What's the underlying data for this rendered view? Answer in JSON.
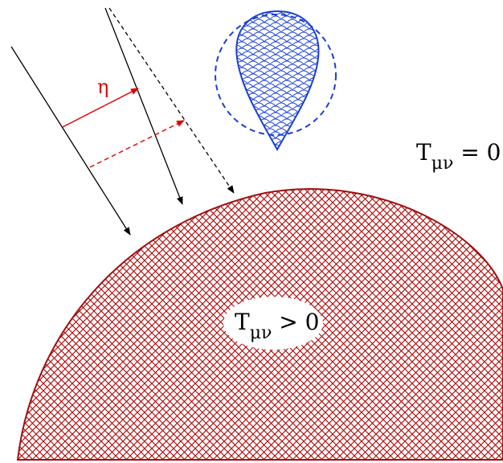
{
  "labels": {
    "eta": "η",
    "tensor_outside": "T",
    "tensor_outside_sub": "μν",
    "tensor_outside_rel": " = 0",
    "tensor_inside": "T",
    "tensor_inside_sub": "μν",
    "tensor_inside_rel": " > 0"
  },
  "colors": {
    "body_fill": "#b00000",
    "body_edge": "#a01010",
    "drop_fill": "#1a3fd6",
    "drop_edge": "#1a3fd6",
    "dashed_circle": "#1a3fd6",
    "rays": "#000000",
    "eta_arrow": "#e00000"
  }
}
